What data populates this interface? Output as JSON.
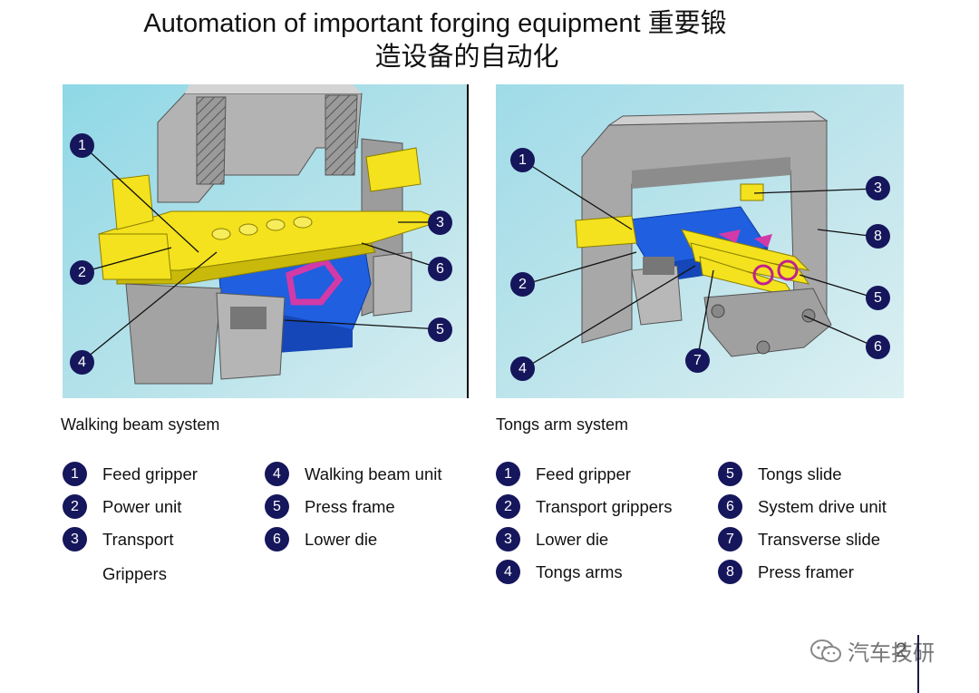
{
  "title": {
    "line1": "Automation of important forging equipment 重要锻",
    "line2": "造设备的自动化"
  },
  "colors": {
    "badge": "#16165c",
    "machine_yellow": "#f3e21d",
    "die_blue": "#1f5fe0",
    "arrow_magenta": "#d23aa8",
    "frame_grey": "#a8a8a8"
  },
  "left_panel": {
    "caption": "Walking beam system",
    "callouts": [
      "1",
      "2",
      "3",
      "4",
      "5",
      "6"
    ],
    "legend": [
      {
        "num": "1",
        "label": "Feed gripper"
      },
      {
        "num": "2",
        "label": "Power unit"
      },
      {
        "num": "3",
        "label": "Transport",
        "label_cont": "Grippers"
      },
      {
        "num": "4",
        "label": "Walking beam unit"
      },
      {
        "num": "5",
        "label": "Press frame"
      },
      {
        "num": "6",
        "label": "Lower die"
      }
    ]
  },
  "right_panel": {
    "caption": "Tongs arm system",
    "callouts": [
      "1",
      "2",
      "3",
      "4",
      "5",
      "6",
      "7",
      "8"
    ],
    "legend": [
      {
        "num": "1",
        "label": "Feed gripper"
      },
      {
        "num": "2",
        "label": "Transport grippers"
      },
      {
        "num": "3",
        "label": "Lower die"
      },
      {
        "num": "4",
        "label": "Tongs arms"
      },
      {
        "num": "5",
        "label": "Tongs slide"
      },
      {
        "num": "6",
        "label": "System drive unit"
      },
      {
        "num": "7",
        "label": "Transverse slide"
      },
      {
        "num": "8",
        "label": "Press framer"
      }
    ]
  },
  "watermark": {
    "text": "汽车技研",
    "icon": "wechat-icon",
    "page_number": "2"
  }
}
